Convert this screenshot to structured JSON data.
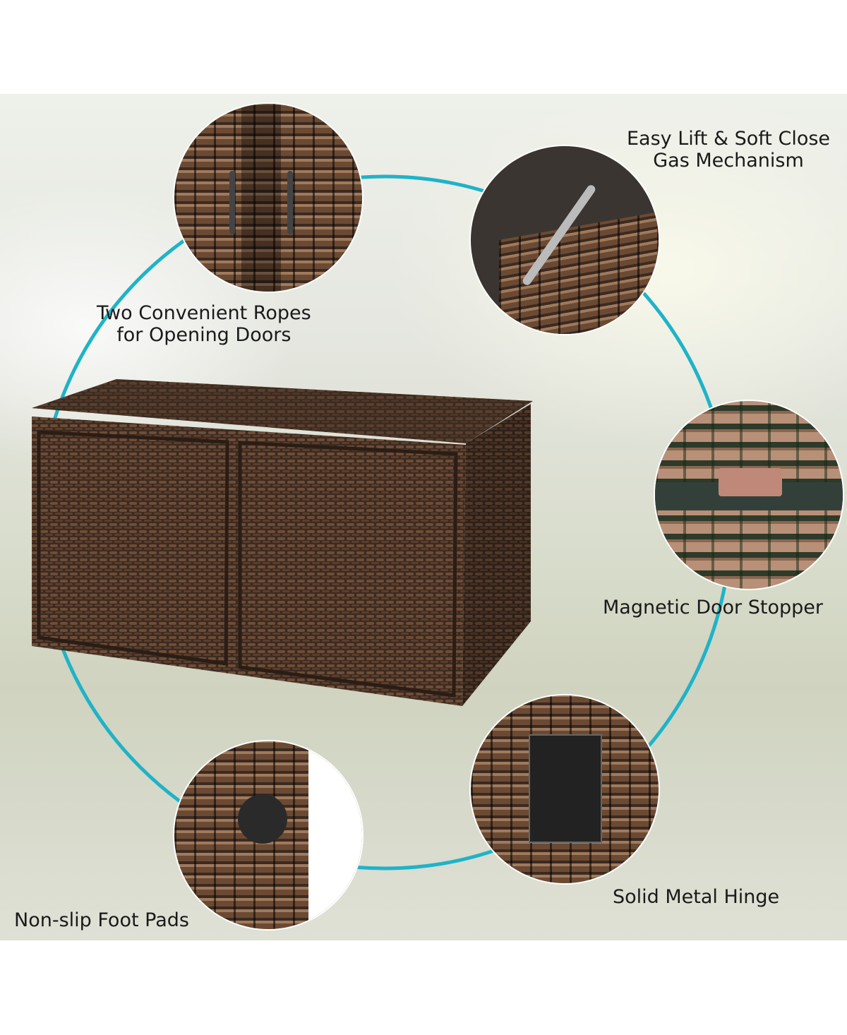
{
  "callouts": {
    "ropes": "Two Convenient Ropes\nfor Opening Doors",
    "ropes_line1": "Two Convenient Ropes",
    "ropes_line2": "for Opening Doors",
    "gas_line1": "Easy Lift & Soft Close",
    "gas_line2": "Gas Mechanism",
    "magnetic": "Magnetic Door Stopper",
    "hinge": "Solid Metal Hinge",
    "foot": "Non-slip Foot Pads"
  },
  "colors": {
    "accent_arc": "#1fb3c8",
    "wicker": "#4a3426"
  }
}
